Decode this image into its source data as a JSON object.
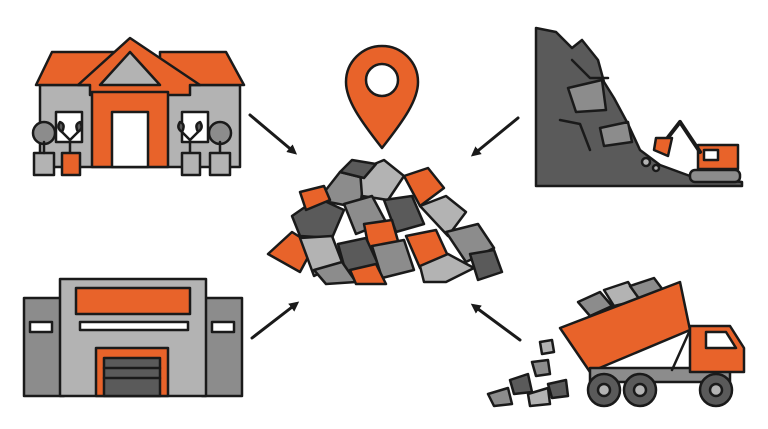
{
  "colors": {
    "accent": "#e8632a",
    "gray_light": "#b3b3b3",
    "gray_mid": "#8c8c8c",
    "gray_dark": "#5a5a5a",
    "outline": "#1a1a1a",
    "background": "#ffffff"
  },
  "diagram": {
    "center": {
      "icons": [
        "location-pin-icon",
        "rock-pile-icon"
      ]
    },
    "sources": [
      {
        "icon": "house-icon",
        "arrow_to": "center"
      },
      {
        "icon": "quarry-excavator-icon",
        "arrow_to": "center"
      },
      {
        "icon": "warehouse-icon",
        "arrow_to": "center"
      },
      {
        "icon": "dump-truck-icon",
        "arrow_to": "center"
      }
    ]
  }
}
